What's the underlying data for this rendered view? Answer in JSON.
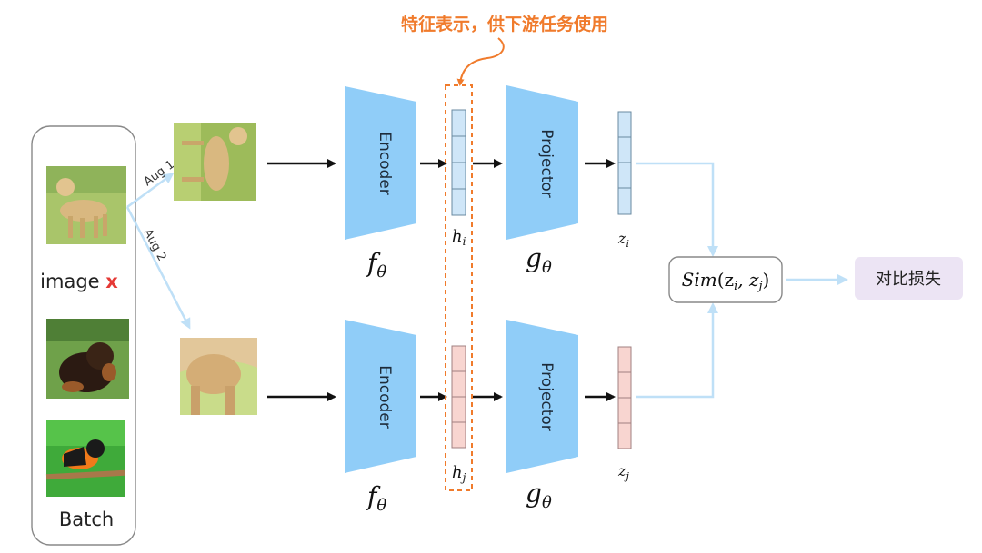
{
  "annotation": {
    "text": "特征表示，供下游任务使用",
    "color": "#f07b2c"
  },
  "batch": {
    "image_label_prefix": "image ",
    "image_label_var": "x",
    "batch_label": "Batch",
    "images": [
      {
        "icon": "labrador-photo-icon",
        "subject": "dog"
      },
      {
        "icon": "puppy-photo-icon",
        "subject": "dog"
      },
      {
        "icon": "bird-photo-icon",
        "subject": "bird"
      }
    ]
  },
  "augmentations": {
    "aug1_label": "Aug 1",
    "aug2_label": "Aug 2"
  },
  "encoder": {
    "label": "Encoder",
    "func": "f",
    "sub": "θ"
  },
  "projector": {
    "label": "Projector",
    "func": "g",
    "sub": "θ"
  },
  "features": {
    "h_i": {
      "base": "h",
      "sub": "i"
    },
    "h_j": {
      "base": "h",
      "sub": "j"
    },
    "z_i": {
      "base": "z",
      "sub": "i"
    },
    "z_j": {
      "base": "z",
      "sub": "j"
    }
  },
  "similarity": {
    "text_pre": "Sim",
    "text_args": "(z",
    "sub_i": "i",
    "comma": ", z",
    "sub_j": "j",
    "close": ")"
  },
  "loss": {
    "label": "对比损失"
  },
  "colors": {
    "trapezoid": "#90cdf8",
    "feature_top": "#cfe6f8",
    "feature_bottom": "#f8d5d0",
    "arrow_light": "#bfe0f7",
    "loss_bg": "#ece4f4",
    "accent_red": "#e53935",
    "orange": "#f07b2c"
  }
}
